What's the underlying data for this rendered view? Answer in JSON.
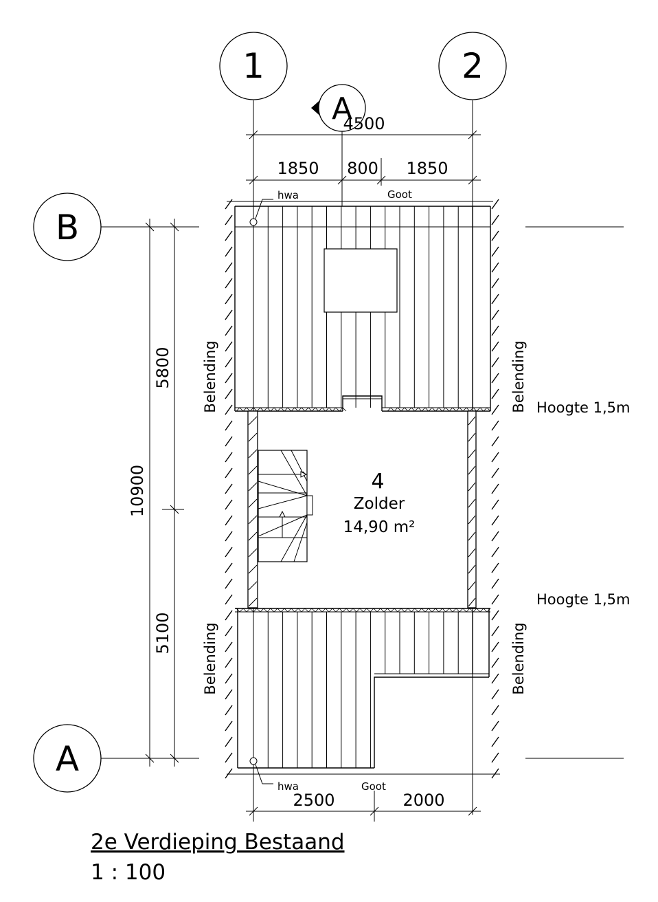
{
  "grid": {
    "col_1": "1",
    "col_2": "2",
    "row_b": "B",
    "row_a": "A",
    "section_mark": "A"
  },
  "dimensions": {
    "overall_width": "4500",
    "top_left": "1850",
    "top_mid": "800",
    "top_right": "1850",
    "bottom_left": "2500",
    "bottom_right": "2000",
    "overall_depth": "10900",
    "depth_top": "5800",
    "depth_bottom": "5100"
  },
  "labels": {
    "hwa_top": "hwa",
    "goot_top": "Goot",
    "hwa_bottom": "hwa",
    "goot_bottom": "Goot",
    "belending": "Belending",
    "hoogte_top": "Hoogte 1,5m",
    "hoogte_bottom": "Hoogte 1,5m"
  },
  "room": {
    "number": "4",
    "name": "Zolder",
    "area": "14,90 m²"
  },
  "drawing": {
    "title": "2e Verdieping Bestaand",
    "scale": "1 : 100"
  }
}
